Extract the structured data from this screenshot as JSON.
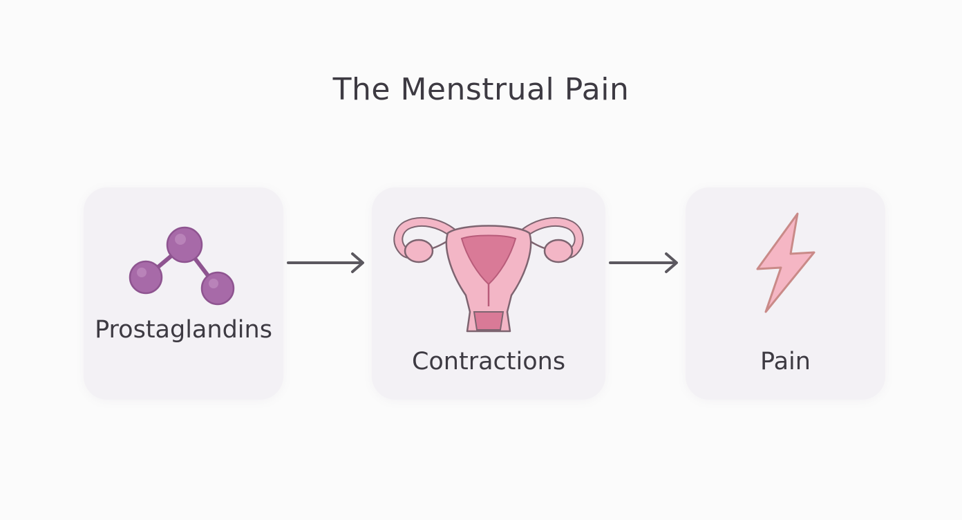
{
  "title": "The Menstrual Pain",
  "steps": [
    {
      "label": "Prostaglandins",
      "icon": "molecule-icon"
    },
    {
      "label": "Contractions",
      "icon": "uterus-icon"
    },
    {
      "label": "Pain",
      "icon": "lightning-bolt-icon"
    }
  ],
  "colors": {
    "background": "#fbfbfb",
    "card": "#f3f1f5",
    "molecule": "#a76aa8",
    "uterus_fill": "#f3b6c6",
    "uterus_inner": "#d97a97",
    "bolt": "#f5b6c4",
    "arrow": "#5b585f",
    "text": "#3d3a42"
  }
}
